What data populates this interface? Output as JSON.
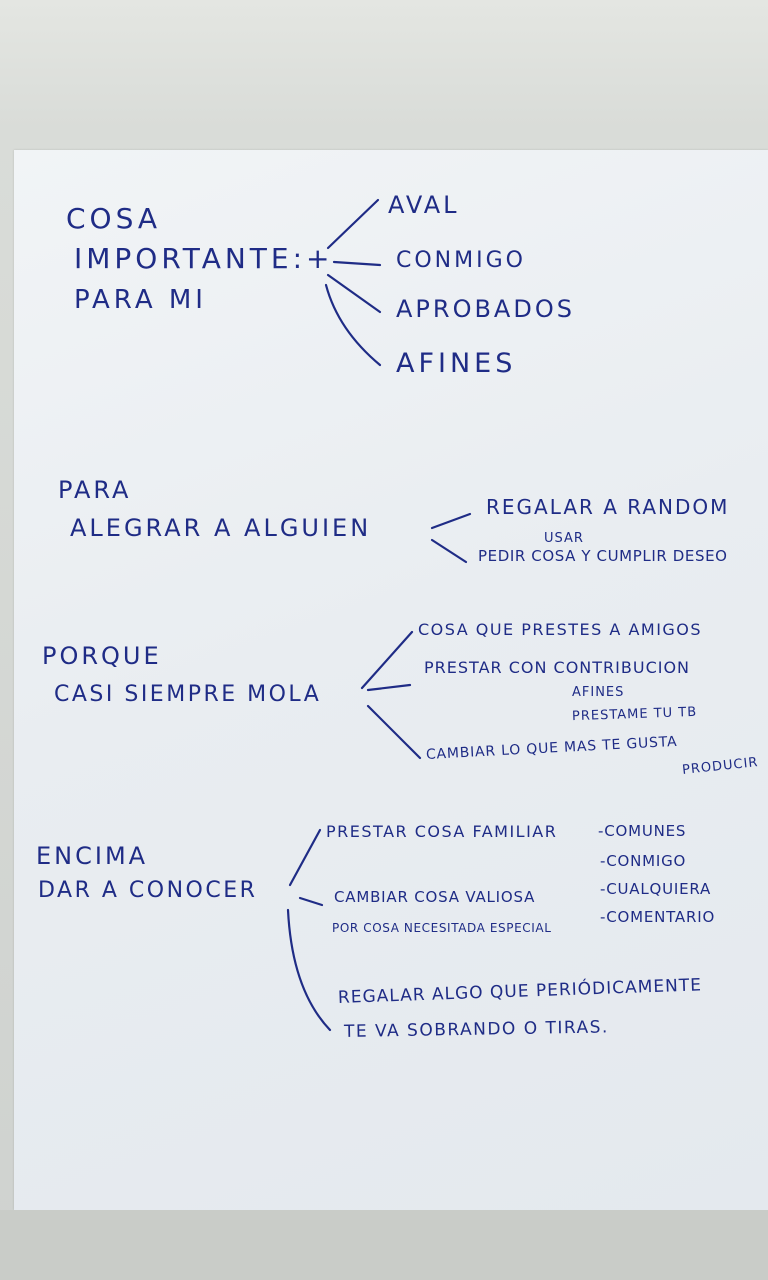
{
  "section1": {
    "title_lines": [
      "COSA",
      "IMPORTANTE:+",
      "PARA MI"
    ],
    "branches": [
      "AVAL",
      "CONMIGO",
      "APROBADOS",
      "AFINES"
    ]
  },
  "section2": {
    "title_lines": [
      "PARA",
      "ALEGRAR A ALGUIEN"
    ],
    "branches": [
      "REGALAR A RANDOM",
      "PEDIR COSA Y CUMPLIR DESEO"
    ],
    "insert": "USAR"
  },
  "section3": {
    "title_lines": [
      "PORQUE",
      "CASI SIEMPRE MOLA"
    ],
    "branches": [
      "COSA QUE PRESTES A AMIGOS",
      "PRESTAR CON CONTRIBUCION",
      "CAMBIAR LO QUE MAS TE GUSTA"
    ],
    "sub_notes": [
      "AFINES",
      "PRESTAME TU TB",
      "PRODUCIR"
    ]
  },
  "section4": {
    "title_lines": [
      "ENCIMA",
      "DAR A CONOCER"
    ],
    "branches": [
      "PRESTAR COSA FAMILIAR",
      "CAMBIAR COSA VALIOSA",
      "POR COSA NECESITADA ESPECIAL",
      "REGALAR ALGO QUE PERIÓDICAMENTE",
      "TE VA SOBRANDO O TIRAS."
    ],
    "list": [
      "-COMUNES",
      "-CONMIGO",
      "-CUALQUIERA",
      "-COMENTARIO"
    ]
  },
  "colors": {
    "ink": "#1f2c86",
    "paper": "#eceff2"
  }
}
